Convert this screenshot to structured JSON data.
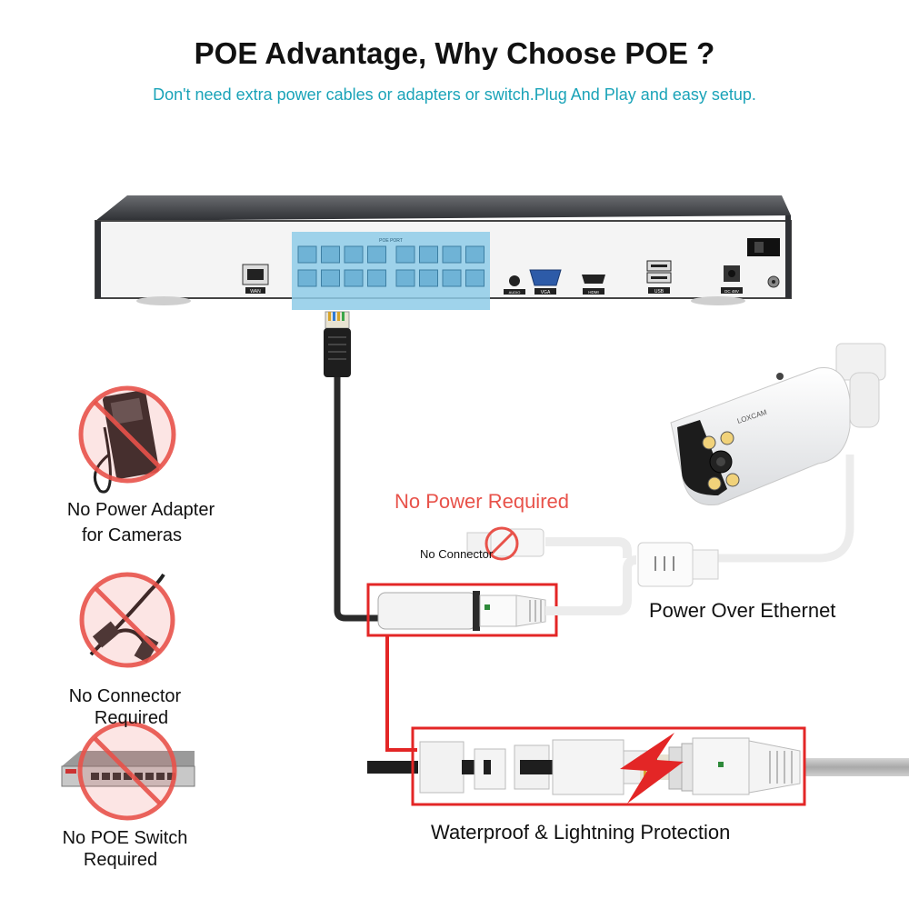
{
  "header": {
    "title": "POE Advantage, Why Choose POE ?",
    "subtitle": "Don't need extra power cables or adapters or switch.Plug And Play and easy setup."
  },
  "nvr": {
    "poe_port_label": "POE PORT",
    "wan_label": "WAN",
    "audio_label": "AUDIO",
    "vga_label": "VGA",
    "hdmi_label": "HDMI",
    "usb_label": "USB",
    "dc_label": "DC 48V"
  },
  "camera": {
    "brand": "LOXCAM"
  },
  "features": {
    "no_adapter_line1": "No Power Adapter",
    "no_adapter_line2": "for Cameras",
    "no_connector_line1": "No Connector",
    "no_connector_line2": "Required",
    "no_switch_line1": "No POE Switch",
    "no_switch_line2": "Required"
  },
  "labels": {
    "no_power_required": "No Power Required",
    "no_connector": "No Connector",
    "power_over_ethernet": "Power Over Ethernet",
    "waterproof": "Waterproof & Lightning Protection"
  },
  "colors": {
    "accent_red": "#e8524a",
    "highlight_blue": "#8ecbe8",
    "subtitle_teal": "#1aa3b8"
  }
}
